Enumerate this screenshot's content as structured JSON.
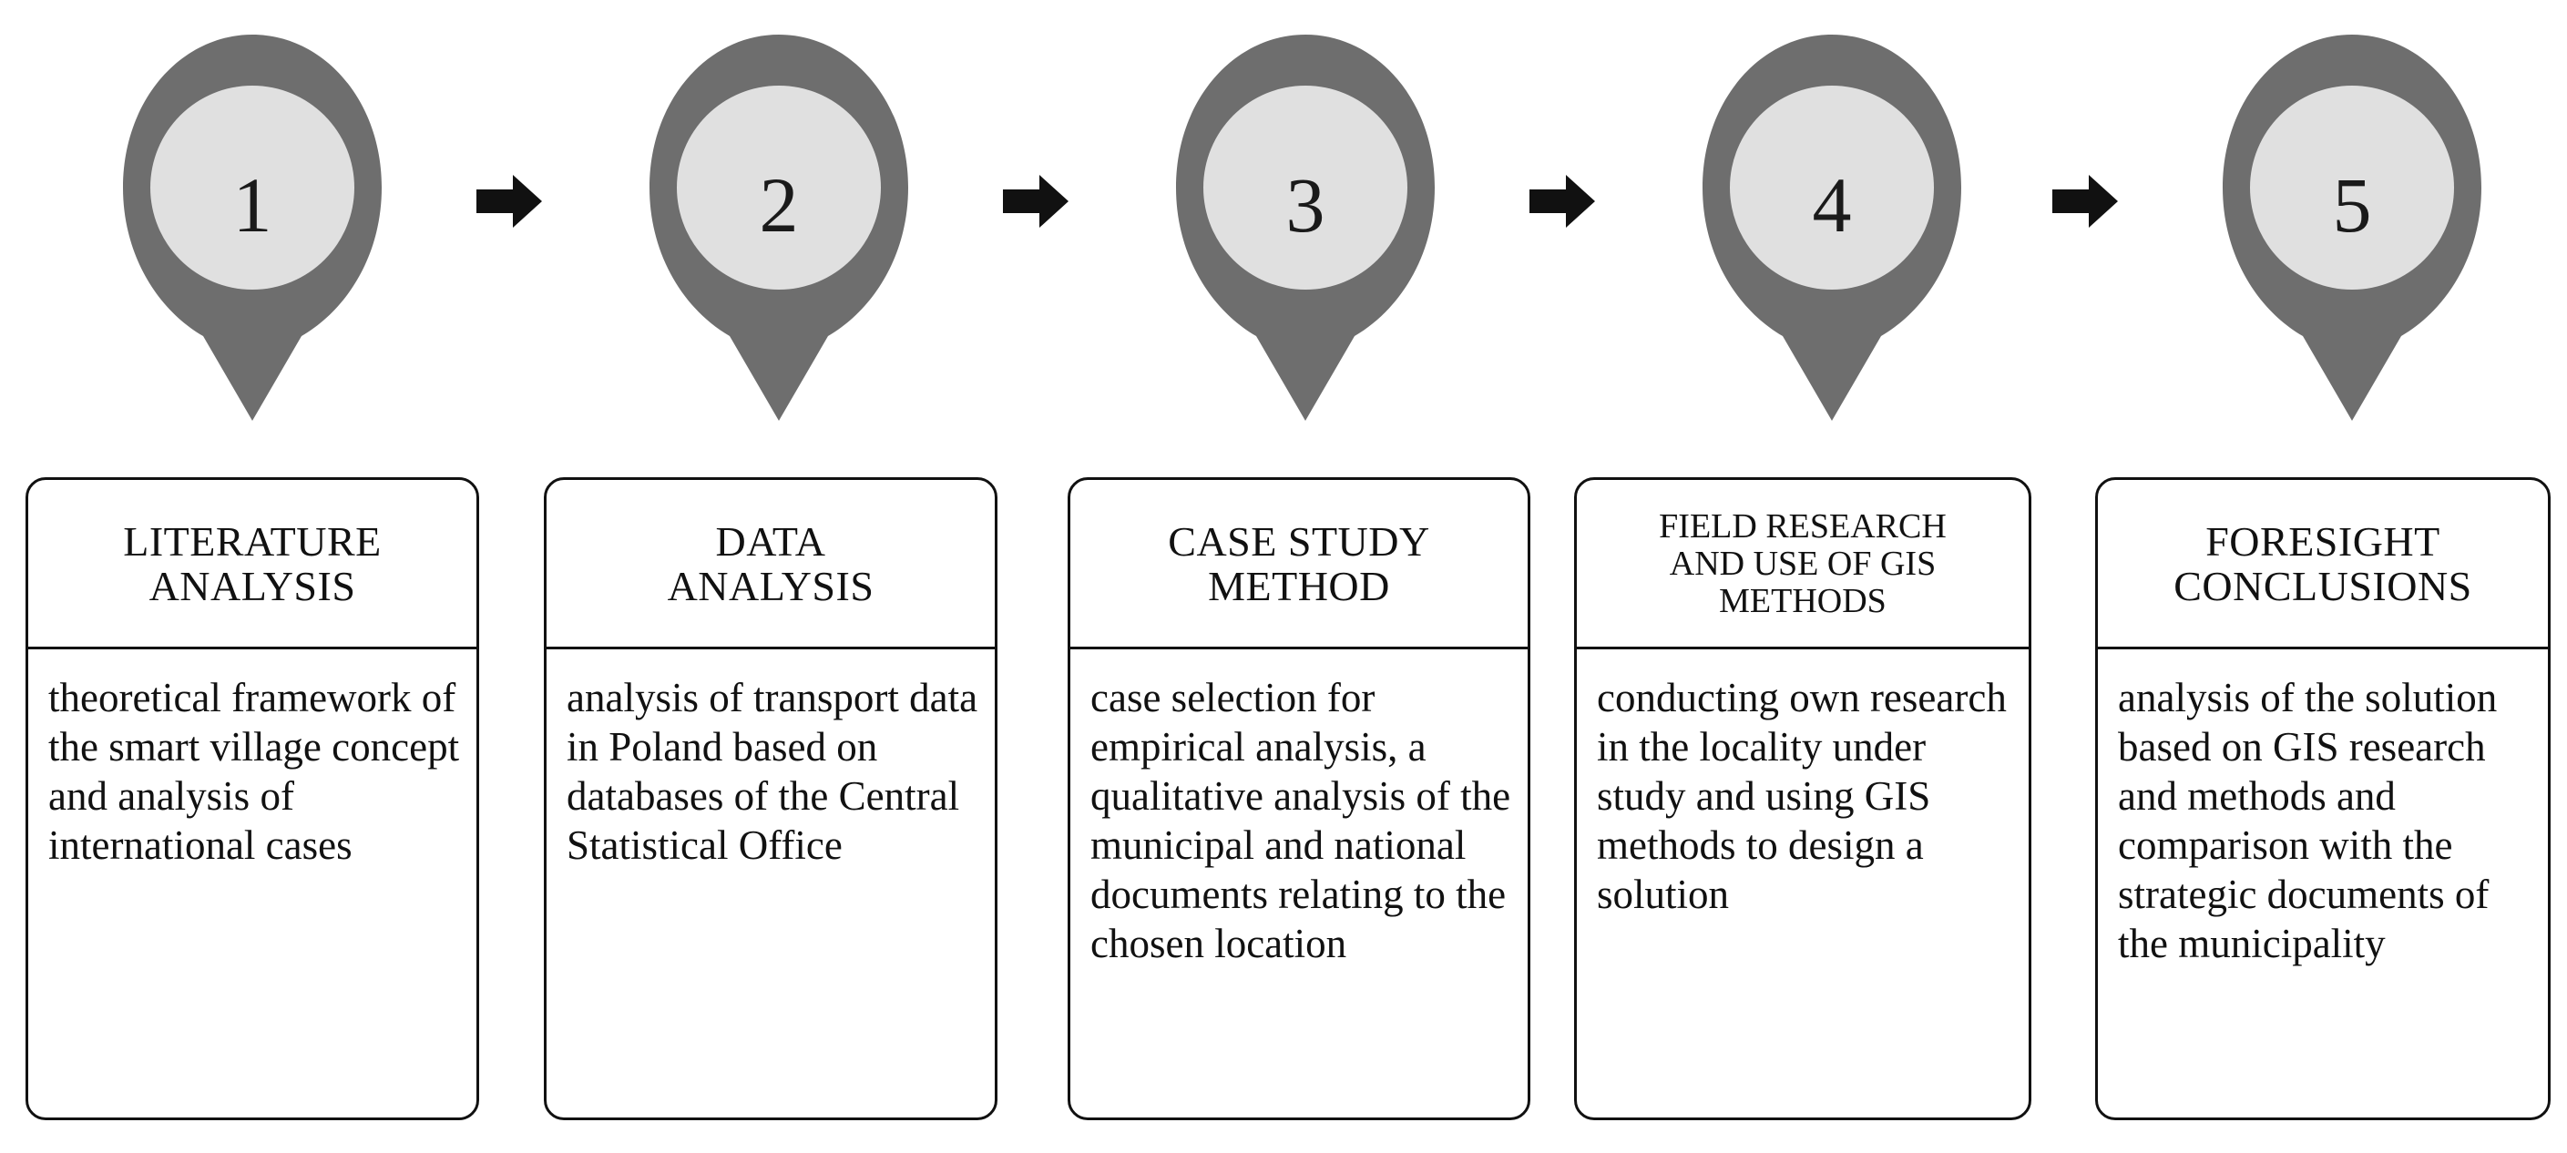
{
  "diagram": {
    "type": "process-flow",
    "orientation": "horizontal",
    "step_count": 5,
    "colors": {
      "pin_ring": "#6e6e6e",
      "pin_fill": "#e0e0e0",
      "arrow": "#111111",
      "box_border": "#111111",
      "box_fill": "#ffffff",
      "text": "#111111",
      "background": "#ffffff"
    },
    "markers": [
      {
        "number": "1",
        "icon": "map-pin-marker"
      },
      {
        "number": "2",
        "icon": "map-pin-marker"
      },
      {
        "number": "3",
        "icon": "map-pin-marker"
      },
      {
        "number": "4",
        "icon": "map-pin-marker"
      },
      {
        "number": "5",
        "icon": "map-pin-marker"
      }
    ],
    "connectors": [
      {
        "icon": "right-arrow-icon"
      },
      {
        "icon": "right-arrow-icon"
      },
      {
        "icon": "right-arrow-icon"
      },
      {
        "icon": "right-arrow-icon"
      }
    ],
    "steps": [
      {
        "number": "1",
        "title": "LITERATURE\nANALYSIS",
        "body": "theoretical framework of the smart village concept and analysis of international cases"
      },
      {
        "number": "2",
        "title": "DATA\nANALYSIS",
        "body": "analysis of transport data in Poland based on databases of the Central Statistical Office"
      },
      {
        "number": "3",
        "title": "CASE STUDY\nMETHOD",
        "body": "case selection for empirical analysis, a qualitative analysis of the municipal and national documents relating to the chosen location"
      },
      {
        "number": "4",
        "title": "FIELD RESEARCH\nAND USE OF GIS\nMETHODS",
        "body": "conducting own research in the locality under study and using GIS methods to design a solution"
      },
      {
        "number": "5",
        "title": "FORESIGHT\nCONCLUSIONS",
        "body": "analysis of the solution based on GIS research and methods and comparison with the strategic documents of the municipality"
      }
    ]
  }
}
